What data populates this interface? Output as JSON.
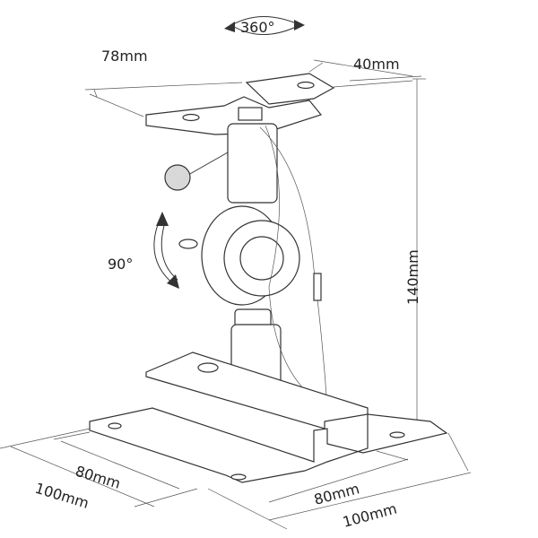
{
  "title": "Speaker wall mount dimensions",
  "labels": {
    "rotation_top": "360°",
    "top_plate_width": "78mm",
    "top_plate_depth": "40mm",
    "height": "140mm",
    "tilt": "90°",
    "base_inner_left": "80mm",
    "base_outer_left": "100mm",
    "base_inner_right": "80mm",
    "base_outer_right": "100mm"
  }
}
